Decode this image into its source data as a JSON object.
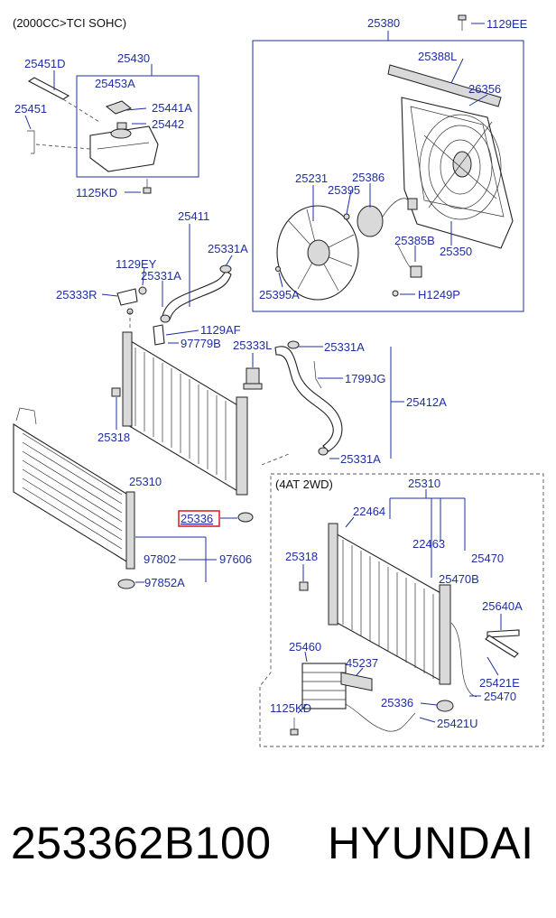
{
  "diagram": {
    "header_note": "(2000CC>TCI SOHC)",
    "subassembly_note": "(4AT 2WD)",
    "highlight_color": "#e0141b",
    "label_color": "#1f2fa0",
    "labels": {
      "p25380": "25380",
      "p1129EE": "1129EE",
      "p25388L": "25388L",
      "p26356": "26356",
      "p25231": "25231",
      "p25386": "25386",
      "p25395": "25395",
      "p25385B": "25385B",
      "p25350": "25350",
      "p25395A": "25395A",
      "pH1249P": "H1249P",
      "p25451D": "25451D",
      "p25430": "25430",
      "p25453A": "25453A",
      "p25441A": "25441A",
      "p25451": "25451",
      "p25442": "25442",
      "p1125KD_top": "1125KD",
      "p25411": "25411",
      "p1129EY": "1129EY",
      "p25331A_top": "25331A",
      "p25331A_mid": "25331A",
      "p25333R": "25333R",
      "p1129AF": "1129AF",
      "p97779B": "97779B",
      "p25333L": "25333L",
      "p25331A_right": "25331A",
      "p1799JG": "1799JG",
      "p25412A": "25412A",
      "p25331A_low": "25331A",
      "p25318_left": "25318",
      "p25310_left": "25310",
      "p25336_highlight": "25336",
      "p97802": "97802",
      "p97606": "97606",
      "p97852A": "97852A",
      "p25310_right": "25310",
      "p22464": "22464",
      "p22463": "22463",
      "p25318_right": "25318",
      "p25470_top": "25470",
      "p25470B": "25470B",
      "p25640A": "25640A",
      "p25460": "25460",
      "p45237": "45237",
      "p25421E": "25421E",
      "p25470_low": "25470",
      "p25336_right": "25336",
      "p1125KD_bottom": "1125KD",
      "p25421U": "25421U"
    }
  },
  "footer": {
    "part_number": "253362B100",
    "brand": "HYUNDAI"
  }
}
